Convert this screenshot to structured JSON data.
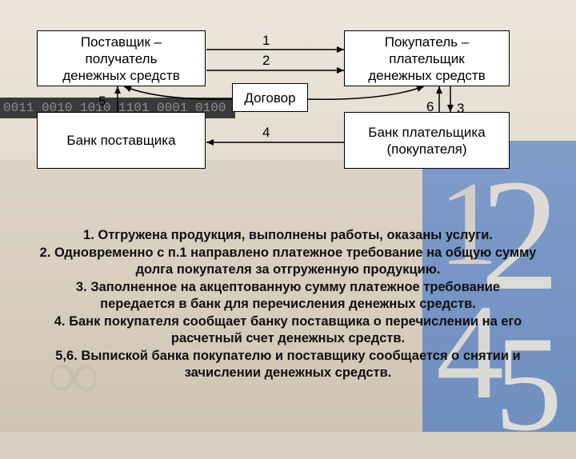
{
  "diagram": {
    "box_supplier": "Поставщик –\nполучатель\nденежных средств",
    "box_buyer": "Покупатель –\nплательщик\nденежных средств",
    "box_contract": "Договор",
    "box_supplier_bank": "Банк поставщика",
    "box_buyer_bank": "Банк плательщика\n(покупателя)",
    "label_1": "1",
    "label_2": "2",
    "label_4": "4",
    "label_5": "5",
    "label_6": "6",
    "label_3": "3"
  },
  "decoration": {
    "binary_strip": "0011 0010 1010 1101 0001 0100",
    "digit_1": "1",
    "digit_2": "2",
    "digit_4": "4",
    "digit_5": "5"
  },
  "description": [
    "1. Отгружена продукция, выполнены работы, оказаны услуги.",
    "2. Одновременно с п.1 направлено платежное требование на общую сумму",
    "долга покупателя за отгруженную продукцию.",
    "3. Заполненное на акцептованную сумму платежное требование",
    "передается в банк для перечисления денежных средств.",
    "4. Банк покупателя сообщает банку поставщика о перечислении на его",
    "расчетный счет денежных средств.",
    "5,6. Выпиской банка покупателю и поставщику сообщается о снятии и",
    "зачислении денежных средств."
  ]
}
